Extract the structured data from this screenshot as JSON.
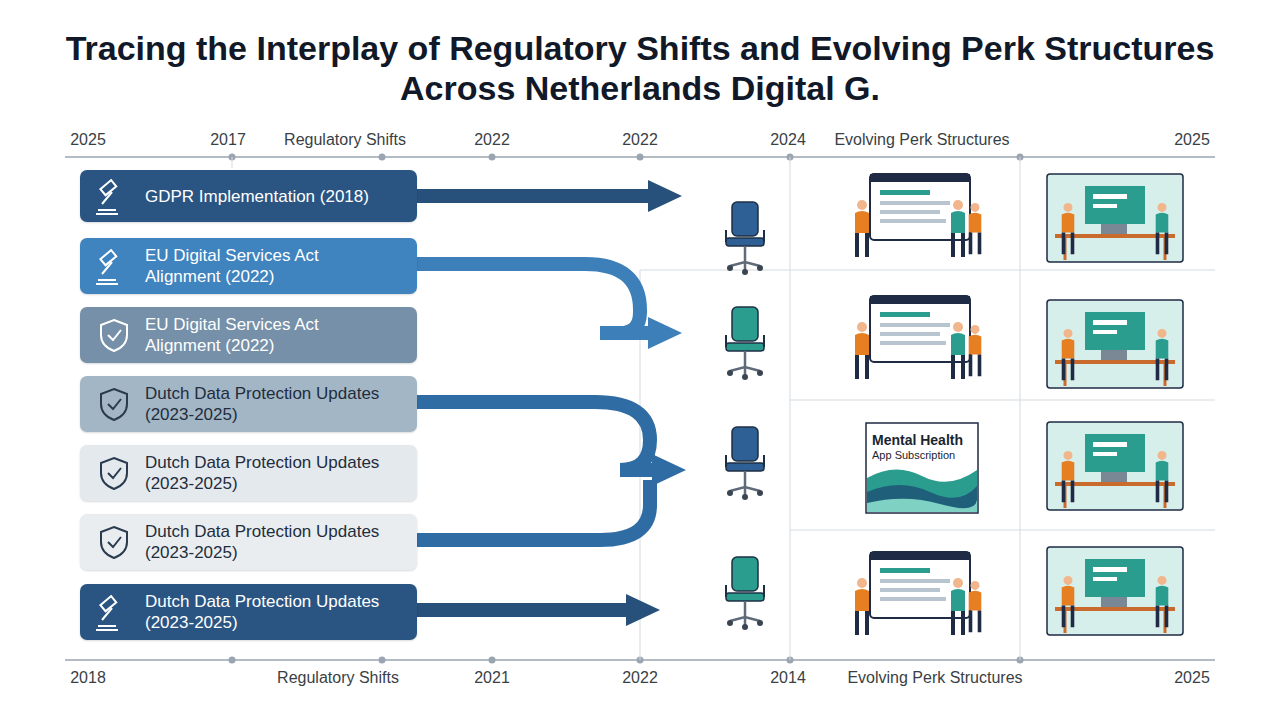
{
  "diagram": {
    "title": "Tracing the Interplay of Regulatory Shifts and Evolving Perk Structures Across Netherlands Digital G.",
    "nodes": [
      {
        "text": [
          "GDPR Implementation (2018)"
        ]
      },
      {
        "text": [
          "EU Digital Services Act Alignment (2022)"
        ]
      },
      {
        "text": [
          "EU Digital Services Act Alignment (2022)"
        ]
      },
      {
        "text": [
          "Dutch Data Protection Updates (2023-2025)"
        ]
      },
      {
        "text": [
          "Dutch Data Protection Updates (2023-2025)"
        ]
      },
      {
        "text": [
          "Dutch Data Protection Updates (2023-2025)"
        ]
      },
      {
        "text": [
          "Dutch Data Protection Updates (2023-2025)"
        ]
      },
      {
        "text": [
          "Mental Health",
          "App Subscription"
        ]
      }
    ],
    "labels": [
      "2025",
      "2017",
      "Regulatory Shifts",
      "2022",
      "2022",
      "2024",
      "Evolving Perk Structures",
      "2025",
      "2018",
      "Regulatory Shifts",
      "2021",
      "2022",
      "2014",
      "Evolving Perk Structures",
      "2025"
    ]
  }
}
